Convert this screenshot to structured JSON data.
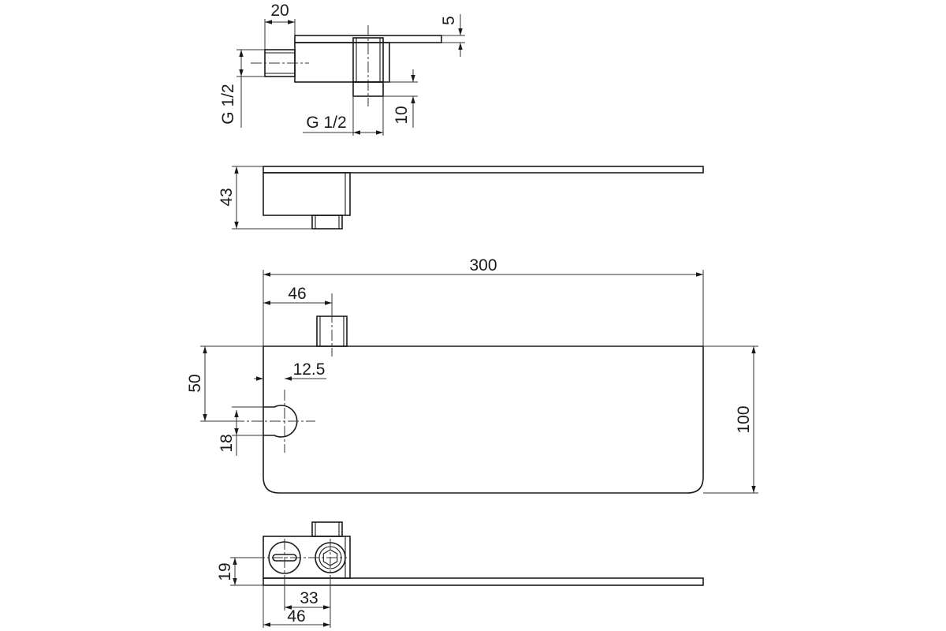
{
  "dimensions": {
    "top_width": "20",
    "top_thickness": "5",
    "thread_left": "G 1/2",
    "thread_bottom": "G 1/2",
    "bottom_stub": "10",
    "side_height": "43",
    "overall_length": "300",
    "stub_offset": "46",
    "hole_offset": "12.5",
    "hole_center": "50",
    "slot_width": "18",
    "plate_height": "100",
    "front_height": "19",
    "hole_spacing": "33",
    "front_offset": "46"
  }
}
